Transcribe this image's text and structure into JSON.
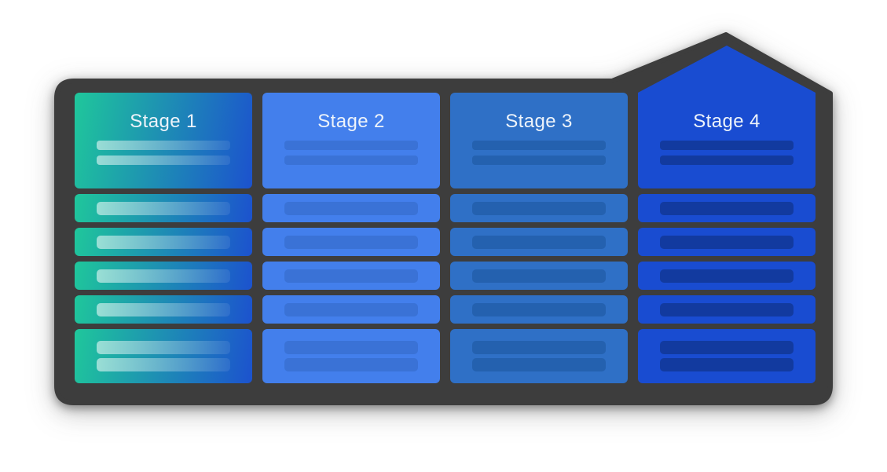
{
  "diagram": {
    "page_background": "#FFFFFF",
    "backplate_color": "#3D3D3D",
    "text_color": "#EDF3FA",
    "stages": [
      {
        "label": "Stage 1",
        "fill_start": "#1FC79B",
        "fill_end": "#1C52CE",
        "bar_fill_start": "rgba(255,255,255,0.55)",
        "bar_fill_end": "rgba(255,255,255,0.08)",
        "peaked": false
      },
      {
        "label": "Stage 2",
        "fill": "#437FEC",
        "bar_fill": "#3A72D6",
        "peaked": false
      },
      {
        "label": "Stage 3",
        "fill": "#2F70C6",
        "bar_fill": "#2461AF",
        "peaked": false
      },
      {
        "label": "Stage 4",
        "fill": "#194CD1",
        "bar_fill": "#123A9F",
        "peaked": true
      }
    ],
    "layout": {
      "header_bars": 2,
      "single_bar_rows": 4,
      "footer_bars": 2
    }
  }
}
